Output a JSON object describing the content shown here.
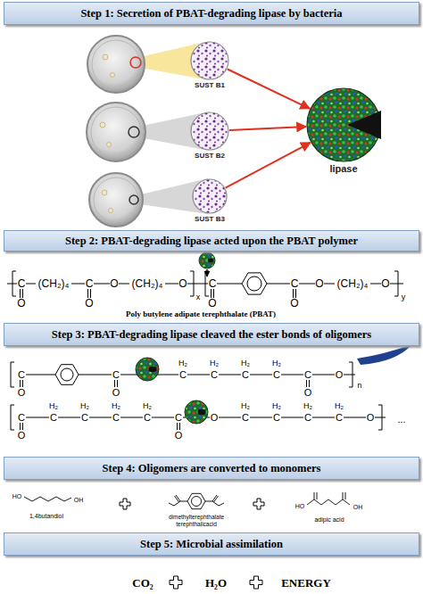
{
  "diagram": {
    "nodes": [
      {
        "text": [
          "Step 1: Secretion of PBAT-degrading lipase by bacteria"
        ]
      },
      {
        "text": [
          "SUST B1"
        ]
      },
      {
        "text": [
          "SUST B2"
        ]
      },
      {
        "text": [
          "SUST B3"
        ]
      },
      {
        "text": [
          "lipase"
        ]
      },
      {
        "text": [
          "Step 2: PBAT-degrading lipase acted upon the PBAT polymer"
        ]
      },
      {
        "text": [
          "Step 3: PBAT-degrading lipase cleaved the ester bonds of oligomers"
        ]
      },
      {
        "text": [
          "Step 4: Oligomers are converted to monomers"
        ]
      },
      {
        "text": [
          "Step 5: Microbial assimilation"
        ]
      }
    ],
    "edges": [
      {
        "from": 1,
        "to": 4,
        "arrow": "to"
      },
      {
        "from": 2,
        "to": 4,
        "arrow": "to"
      },
      {
        "from": 3,
        "to": 4,
        "arrow": "to"
      }
    ],
    "labels": [
      "C",
      "O",
      "(CH₂)₄",
      "C",
      "O",
      "O",
      "(CH₂)₄",
      "O",
      "x",
      "C",
      "O",
      "C",
      "O",
      "O",
      "(CH₂)₄",
      "O",
      "y",
      "Poly butylene adipate terephthalate (PBAT)",
      "C",
      "O",
      "C",
      "O",
      "H₂",
      "C",
      "H₂",
      "C",
      "H₂",
      "C",
      "H₂",
      "C",
      "C",
      "O",
      "O",
      "n",
      "C",
      "O",
      "H₂",
      "C",
      "H₂",
      "C",
      "H₂",
      "C",
      "H₂",
      "C",
      "C",
      "O",
      "O",
      "H₂",
      "C",
      "H₂",
      "C",
      "H₂",
      "C",
      "H₂",
      "C",
      "O",
      "...",
      "HO",
      "OH",
      "1,4butandiol",
      "dimethylterephthalate",
      "terephthalicacid",
      "HO",
      "OH",
      "adipic acid",
      "CO₂",
      "H₂O",
      "ENERGY"
    ]
  }
}
